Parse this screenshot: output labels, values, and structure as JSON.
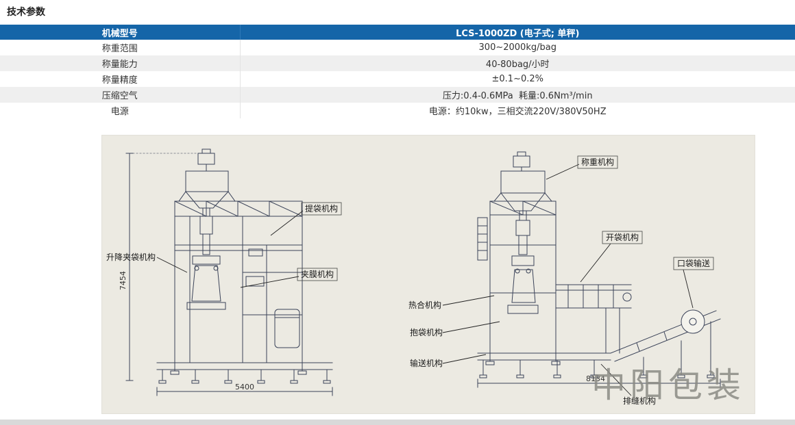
{
  "page": {
    "title": "技术参数"
  },
  "table": {
    "header": {
      "col1": "机械型号",
      "col2": "LCS-1000ZD (电子式; 单秤)"
    },
    "rows": [
      {
        "label": "称重范围",
        "value": "300~2000kg/bag"
      },
      {
        "label": "称量能力",
        "value": "40-80bag/小时"
      },
      {
        "label": "称量精度",
        "value": "±0.1~0.2%"
      },
      {
        "label": "压缩空气",
        "value": "压力:0.4-0.6MPa  耗量:0.6Nm³/min"
      },
      {
        "label": "电源",
        "value": "电源：约10kw，三相交流220V/380V50HZ"
      }
    ]
  },
  "diagram": {
    "labels": {
      "lift_clamp": "升降夹袋机构",
      "bag_lift": "提袋机构",
      "film_clamp": "夹膜机构",
      "weighing": "称重机构",
      "bag_open": "开袋机构",
      "pocket_convey": "口袋输送",
      "heat_seal": "热合机构",
      "bag_hold": "抱袋机构",
      "convey": "输送机构",
      "seam": "排缝机构"
    },
    "dims": {
      "left_height": "7454",
      "left_width": "5400",
      "right_width": "8134"
    },
    "watermark": "中阳包装"
  }
}
